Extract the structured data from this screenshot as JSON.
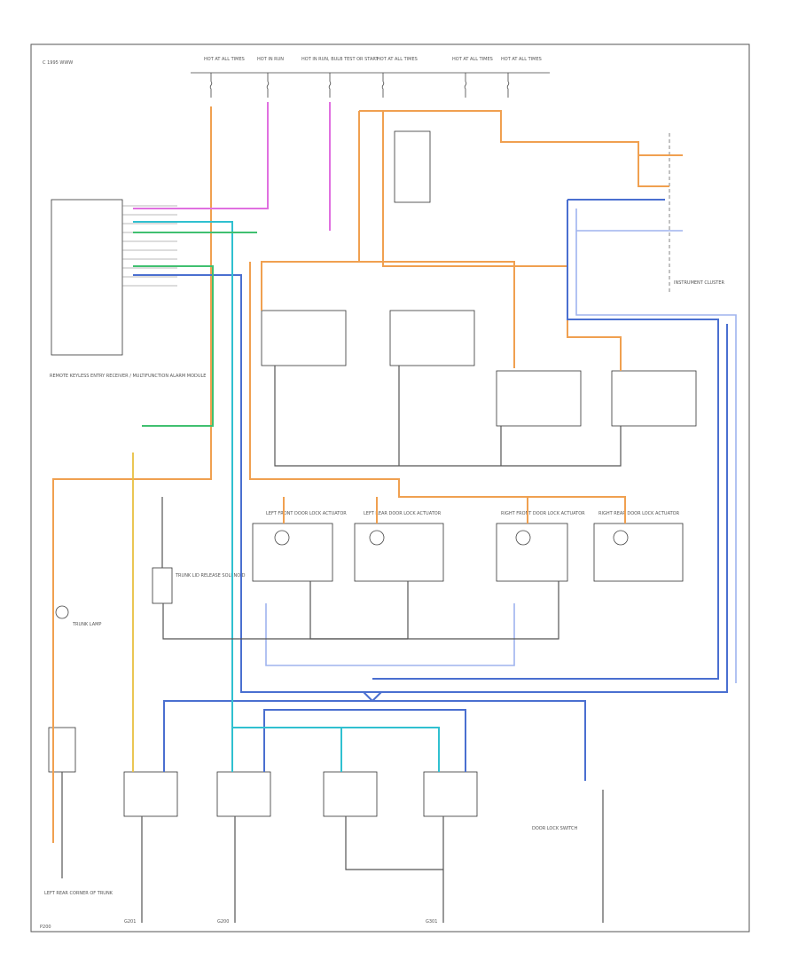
{
  "labels": {
    "title_code": "C 1995 WWW",
    "fuse_headings": [
      "HOT AT ALL TIMES",
      "HOT IN RUN",
      "HOT IN RUN, BULB TEST OR START",
      "HOT AT ALL TIMES",
      "HOT AT ALL TIMES",
      "HOT AT ALL TIMES"
    ],
    "instrument_cluster": "INSTRUMENT CLUSTER",
    "module_name": "REMOTE KEYLESS ENTRY RECEIVER / MULTIFUNCTION ALARM MODULE",
    "left_front_door_lock": "LEFT FRONT DOOR LOCK ACTUATOR",
    "right_front_door_lock": "RIGHT FRONT DOOR LOCK ACTUATOR",
    "left_rear_door_lock": "LEFT REAR DOOR LOCK ACTUATOR",
    "right_rear_door_lock": "RIGHT REAR DOOR LOCK ACTUATOR",
    "door_lock_switch": "DOOR LOCK SWITCH",
    "trunk_lamp": "TRUNK LAMP",
    "trunk_lid_release": "TRUNK LID RELEASE SOLENOID",
    "left_rear_corner": "LEFT REAR CORNER OF TRUNK",
    "ground_left": "G201",
    "ground_mid": "G200",
    "ground_right": "G301",
    "footer_code": "P200"
  }
}
